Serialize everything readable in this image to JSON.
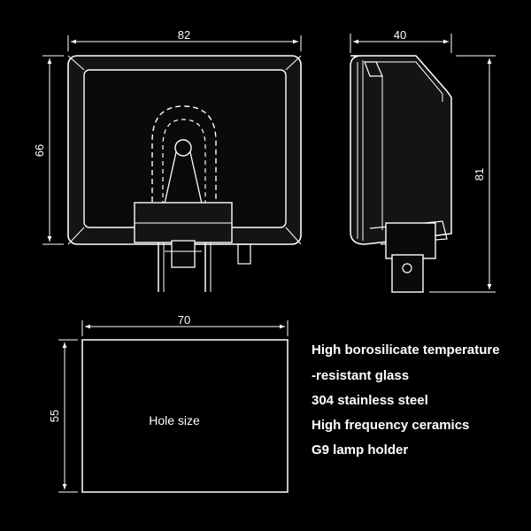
{
  "dimensions": {
    "front_width": "82",
    "front_height": "66",
    "side_width": "40",
    "side_height": "81",
    "hole_width": "70",
    "hole_height": "55"
  },
  "hole_label": "Hole size",
  "specs": [
    "High borosilicate temperature",
    "-resistant glass",
    "304 stainless steel",
    "High frequency ceramics",
    "G9 lamp holder"
  ],
  "colors": {
    "background": "#000000",
    "line": "#ffffff",
    "housing": "#161616"
  }
}
